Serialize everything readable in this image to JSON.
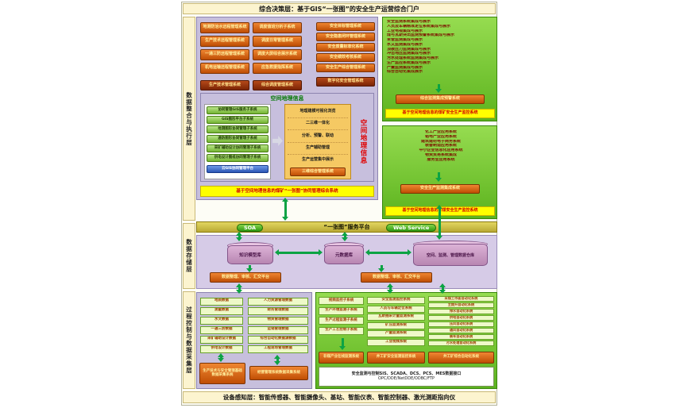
{
  "colors": {
    "accent_orange": "#d2600a",
    "dark_red_button": "#8a2d04",
    "panel_green": "#6fc32e",
    "panel_lavender": "#c7bfdd",
    "highlight_yellow": "#ffff00",
    "banner_cream": "#fcf4cf",
    "arrow_green": "#0ca344",
    "gis_blue": "#2b55b4",
    "cylinder_pink": "#c490bc"
  },
  "title_bar": {
    "text": "综合决策层：基于GIS“一张图”的安全生产运营综合门户"
  },
  "device_bar": {
    "text": "设备感知层：智能传感器、智能摄像头、基站、智能仪表、智能控制器、激光测距指向仪"
  },
  "layers": {
    "integration": "数据整合与执行层",
    "storage": "数据存储层",
    "process": "过程控制与数据采集层"
  },
  "dispatch": {
    "col1": {
      "items": [
        "地测防治水远程管理系统",
        "生产技术远程管理系统",
        "一通三防远程管理系统",
        "机电运输远程管理系统"
      ],
      "footer": "生产技术管理系统"
    },
    "col2": {
      "items": [
        "调度值班分析子系统",
        "调度日常管理系统",
        "调度大屏综合展示系统",
        "应急救援指挥系统"
      ],
      "footer": "综合调度管理系统"
    },
    "col3": {
      "items": [
        "安全目标管理系统",
        "安全隐患闭环管理系统",
        "安全质量标准化系统",
        "安全绩效考核系统",
        "安全生产综合管理系统"
      ],
      "footer": "数字化安全管理系统"
    }
  },
  "gis": {
    "title": "空间地理信息",
    "left_items": [
      "协同管理GIS服务子系统",
      "GIS图形平台子系统",
      "地测图形协同管理子系统",
      "通防图形协同管理子系统",
      "采矿辅助设计协同管理子系统",
      "供电设计图纸协同管理子系统"
    ],
    "left_footer": "云GIS协同管理平台",
    "right_items": [
      "地理建模可视化浏览",
      "二三维一体化",
      "分析、预警、联动",
      "生产辅助管理",
      "生产运营集中展示"
    ],
    "right_footer": "三维综合管理系统",
    "side_label": "空间地理信息",
    "banner": "基于空间地理信息的煤矿“一张图”协同管理综合系统"
  },
  "coal_monitor": {
    "items": [
      "安全监测系统集成与展示",
      "人员及车辆精准定位系统集成与展示",
      "工业电视集成与展示",
      "煤与瓦斯突出监测预警系统集成与展示",
      "束管监测集成与展示",
      "水文监测集成与展示",
      "顶板压力监测集成与展示",
      "冲击地压监测集成与展示",
      "污水处理系统监测集成与展示",
      "生产监控系统集成与展示",
      "产量监测集成与展示",
      "综合自动化集成展示"
    ],
    "button": "综合监测集成预警系统",
    "banner": "基于空间地理信息的煤矿安全生产监控系统"
  },
  "noncoal": {
    "items": [
      "化工产业应用系统",
      "铝电产业应用系统",
      "建筑建材电子商务系统",
      "装备制造应用系统",
      "中小企业信息化应用系统",
      "物资贸易系统集成",
      "服务业应用系统"
    ],
    "button": "安全生产监测集成系统",
    "banner": "基于空间地理信息的非煤安全生产监控系统"
  },
  "soa": {
    "left": "SOA",
    "center": "“一张图”服务平台",
    "right": "Web Service"
  },
  "storage": {
    "db1": "知识模型库",
    "db2": "元数据库",
    "db3": "空间、监测、管理数据仓库",
    "platform_left": "数据整理、审核、汇交平台",
    "platform_right": "数据整理、审核、汇交平台"
  },
  "acquisition": {
    "tech_col": [
      "地质数据",
      "测量数据",
      "水文数据",
      "一通三防数据",
      "采矿辅助设计数据",
      "供电设计数据"
    ],
    "mgmt_col": [
      "人力资源管理数据",
      "财务管理数据",
      "物资管理数据",
      "运销管理数据",
      "综合自动化数据源数据",
      "工程现场管理数据"
    ],
    "tech_footer": "生产技术与安全管理基础数据采集系统",
    "mgmt_footer": "经营管理系统数据采集系统",
    "video_col": {
      "items": [
        "视频监控子系统",
        "生产环境监测子系统",
        "生产过程监测子系统",
        "生产工艺控制子系统"
      ],
      "footer": "非煤产业在线监测系统"
    },
    "safety_col": {
      "items": [
        "安全监测监控系统",
        "人员与车辆定位系统",
        "瓦斯抽采计量监测系统",
        "矿压监测系统",
        "产量监测系统",
        "工业视频系统"
      ],
      "footer": "井工矿安全监测监控系统"
    },
    "auto_col": {
      "items": [
        "采煤工作面自动化系统",
        "主提升自动化系统",
        "排水自动化系统",
        "供电自动化系统",
        "压风自动化系统",
        "通风自动化系统",
        "装车自动化系统",
        "污水处理自动化系统"
      ],
      "footer": "井工矿综合自动化系统"
    },
    "interface_line1": "安全监测与控制SIS、SCADA、DCS、PCS、MES数据接口",
    "interface_line2": "OPC/DDE/NetDDE/ODBC/FTP"
  }
}
